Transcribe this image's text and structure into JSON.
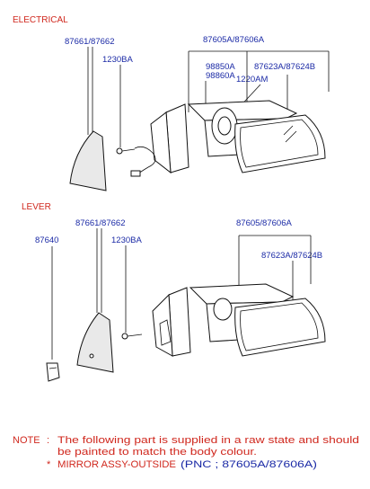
{
  "sections": {
    "electrical": "ELECTRICAL",
    "lever": "LEVER"
  },
  "electrical": {
    "cover_part": "87661/87662",
    "screw_part": "1230BA",
    "assy_part": "87605A/87606A",
    "motor_part_1": "98850A",
    "motor_part_2": "98860A",
    "holder_part": "1220AM",
    "glass_part": "87623A/87624B"
  },
  "lever": {
    "cover_part": "87661/87662",
    "knob_part": "87640",
    "screw_part": "1230BA",
    "assy_part": "87605/87606A",
    "glass_part": "87623A/87624B"
  },
  "note": {
    "prefix": "NOTE",
    "colon": ":",
    "line1": "The following part is supplied in a raw state and should",
    "line2": "be painted to match the body colour.",
    "bullet": "*",
    "line3_main": "MIRROR ASSY-OUTSIDE",
    "line3_detail": "(PNC ; 87605A/87606A)"
  }
}
